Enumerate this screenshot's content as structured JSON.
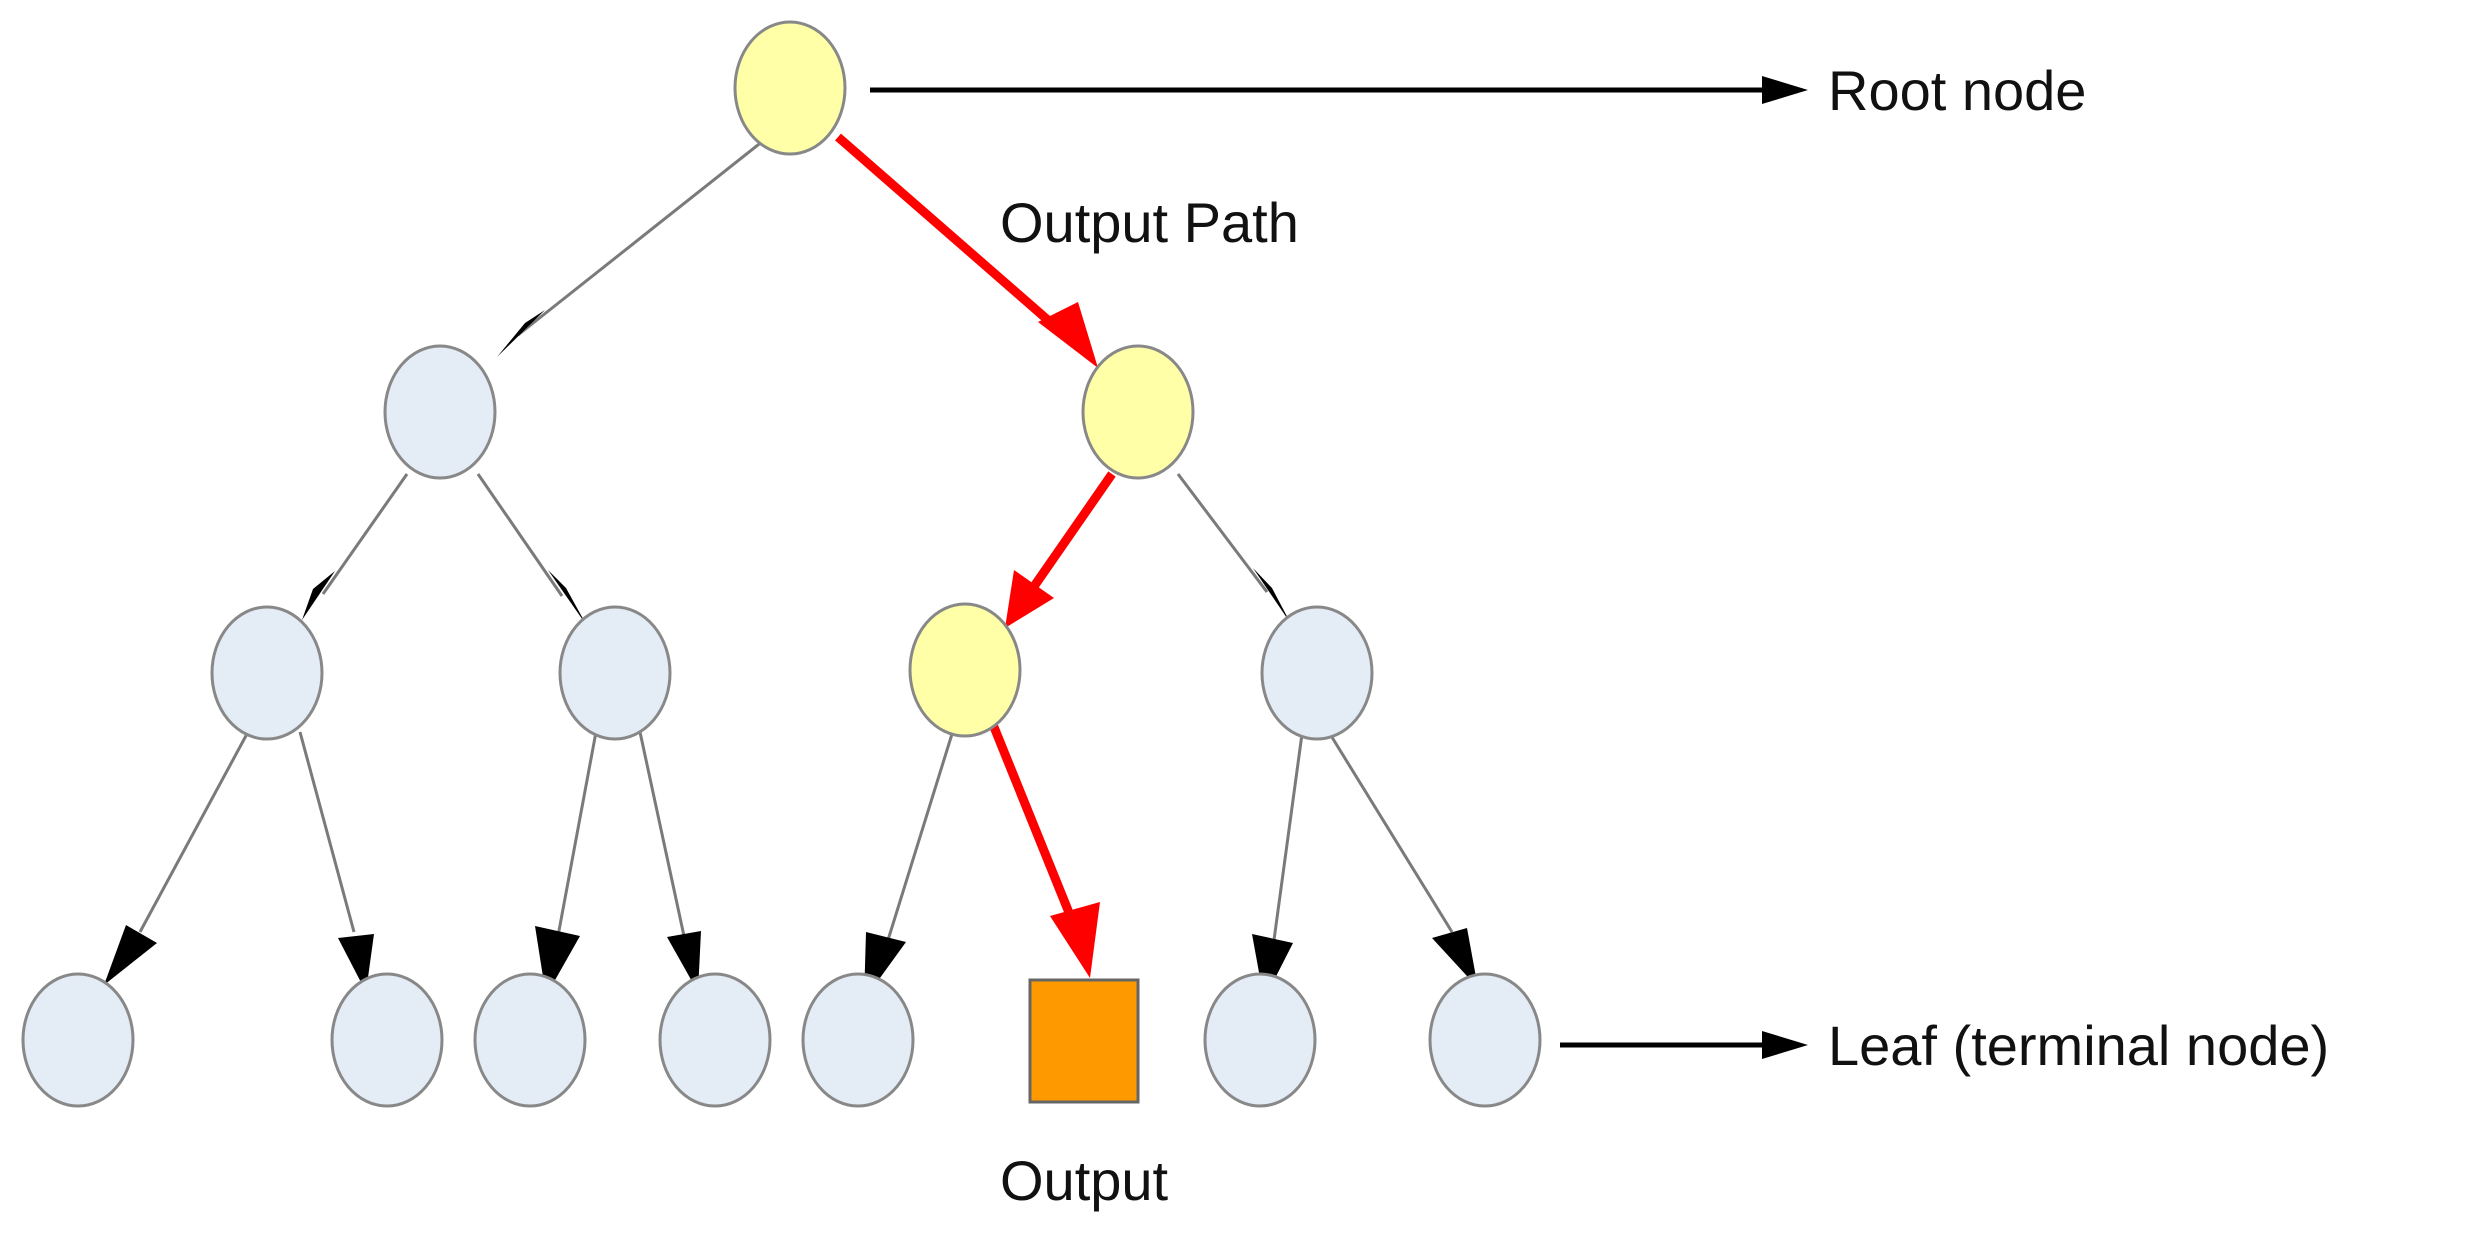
{
  "labels": {
    "root_node": "Root node",
    "output_path": "Output Path",
    "leaf": "Leaf (terminal node)",
    "output": "Output"
  },
  "colors": {
    "highlight_node": "#ffffa8",
    "plain_node": "#e4ecf6",
    "output_node": "#ff9900",
    "node_stroke": "#888888",
    "path_arrow": "#ff0000",
    "edge": "#7a7a7a",
    "arrowhead": "#000000"
  }
}
